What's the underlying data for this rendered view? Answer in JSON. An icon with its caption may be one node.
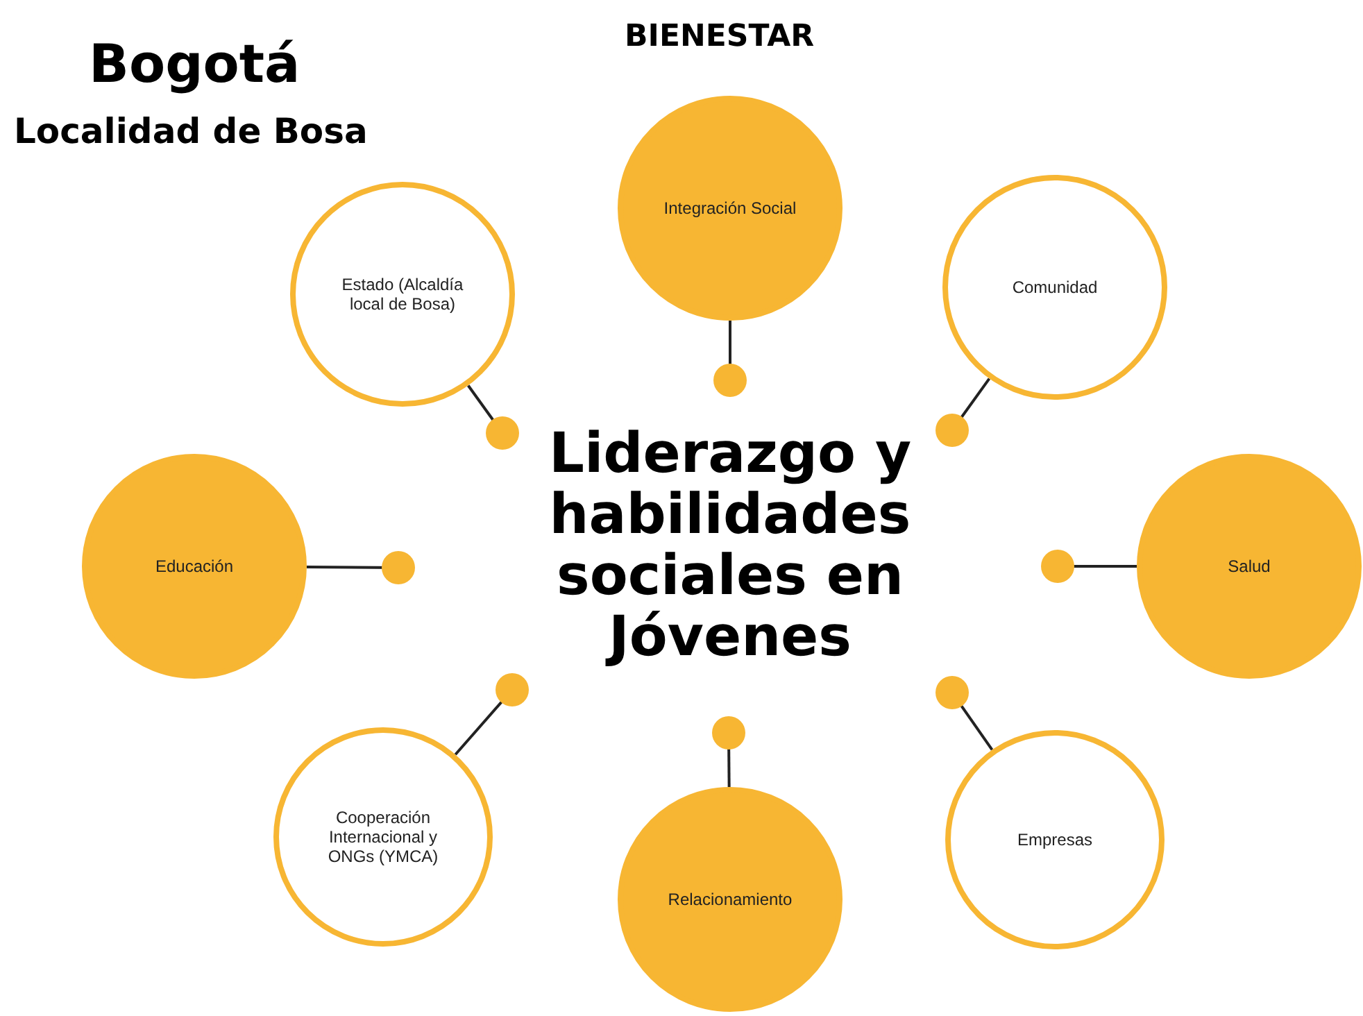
{
  "diagram": {
    "title": "Liderazgo y habilidades sociales en Jóvenes",
    "nodes": [
      {
        "text": [
          "Estado (Alcaldía local de Bosa)"
        ]
      },
      {
        "text": [
          "Integración Social"
        ]
      },
      {
        "text": [
          "Comunidad"
        ]
      },
      {
        "text": [
          "Educación"
        ]
      },
      {
        "text": [
          "Salud"
        ]
      },
      {
        "text": [
          "Cooperación Internacional y ONGs (YMCA)"
        ]
      },
      {
        "text": [
          "Relacionamiento"
        ]
      },
      {
        "text": [
          "Empresas"
        ]
      }
    ],
    "edges": [
      {
        "from": 0,
        "to": null,
        "arrow": "other"
      },
      {
        "from": 1,
        "to": null,
        "arrow": "other"
      },
      {
        "from": 2,
        "to": null,
        "arrow": "other"
      },
      {
        "from": 3,
        "to": null,
        "arrow": "other"
      },
      {
        "from": 4,
        "to": null,
        "arrow": "other"
      },
      {
        "from": 5,
        "to": null,
        "arrow": "other"
      },
      {
        "from": 6,
        "to": null,
        "arrow": "other"
      },
      {
        "from": 7,
        "to": null,
        "arrow": "other"
      }
    ],
    "labels": [
      "Bogotá",
      "Localidad de Bosa",
      "BIENESTAR"
    ]
  }
}
